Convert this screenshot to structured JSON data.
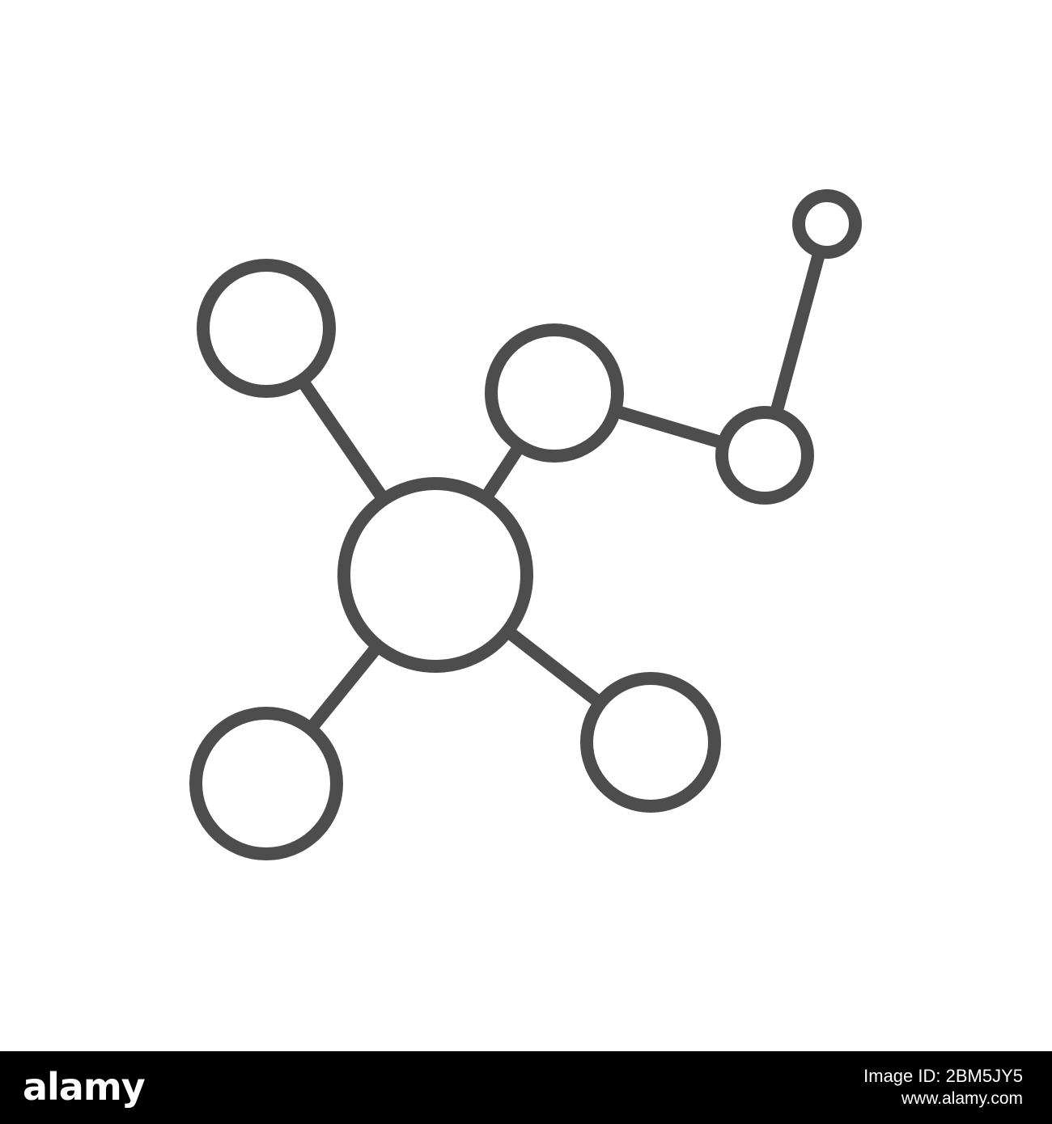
{
  "illustration": {
    "icon": "molecule-network-icon",
    "stroke_color": "#4d4d4d",
    "background_color": "#ffffff",
    "nodes": [
      {
        "name": "center"
      },
      {
        "name": "top-left"
      },
      {
        "name": "middle-right"
      },
      {
        "name": "right-small"
      },
      {
        "name": "top-right-tiny"
      },
      {
        "name": "bottom-left"
      },
      {
        "name": "bottom-right"
      }
    ],
    "bonds": [
      [
        "center",
        "top-left"
      ],
      [
        "center",
        "middle-right"
      ],
      [
        "middle-right",
        "right-small"
      ],
      [
        "right-small",
        "top-right-tiny"
      ],
      [
        "center",
        "bottom-left"
      ],
      [
        "center",
        "bottom-right"
      ]
    ]
  },
  "footer": {
    "brand": "alamy",
    "image_id": "Image ID: 2BM5JY5",
    "site_url": "www.alamy.com",
    "background_color": "#000000",
    "text_color": "#ffffff"
  }
}
